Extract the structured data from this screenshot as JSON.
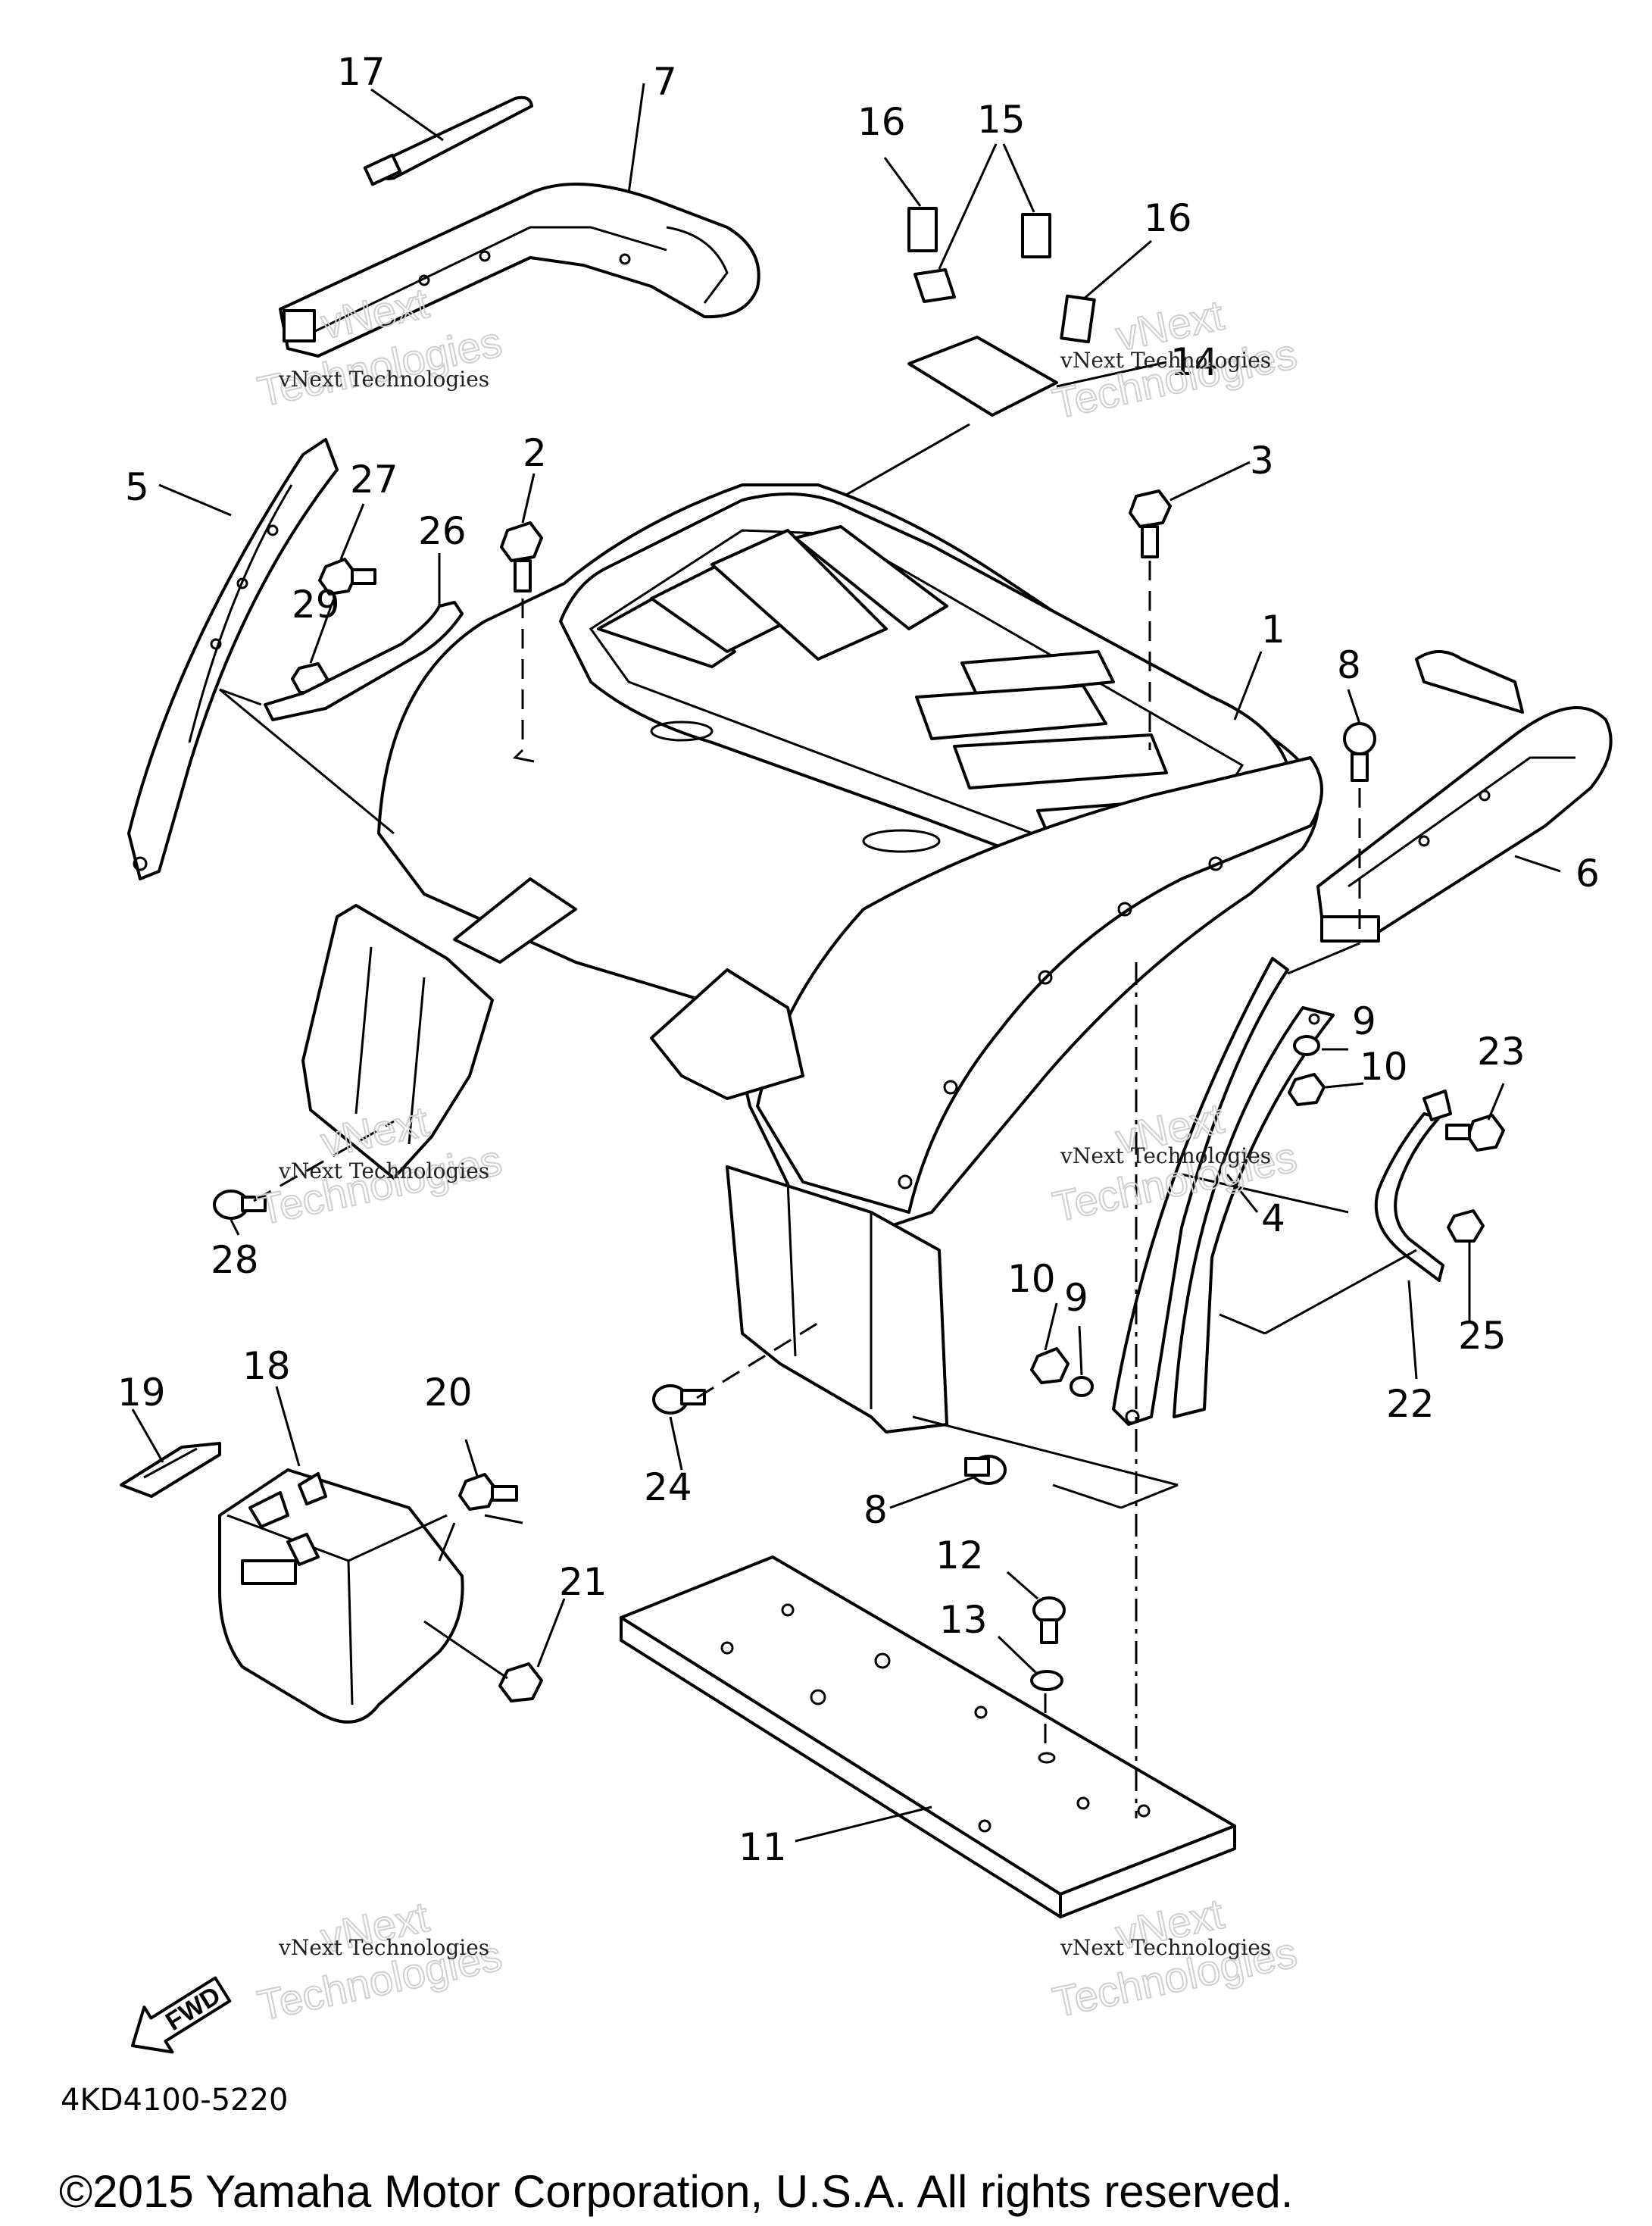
{
  "diagram": {
    "callouts": [
      "1",
      "2",
      "3",
      "4",
      "5",
      "6",
      "7",
      "8",
      "9",
      "10",
      "11",
      "12",
      "13",
      "14",
      "15",
      "16",
      "17",
      "18",
      "19",
      "20",
      "21",
      "22",
      "23",
      "24",
      "25",
      "26",
      "27",
      "28",
      "29"
    ],
    "watermark_small": "vNext Technologies",
    "watermark_big_line1": "vNext",
    "watermark_big_line2": "Technologies",
    "fwd_label": "FWD",
    "diagram_code": "4KD4100-5220"
  },
  "footer": {
    "copyright": "©2015 Yamaha Motor Corporation, U.S.A. All rights reserved."
  }
}
